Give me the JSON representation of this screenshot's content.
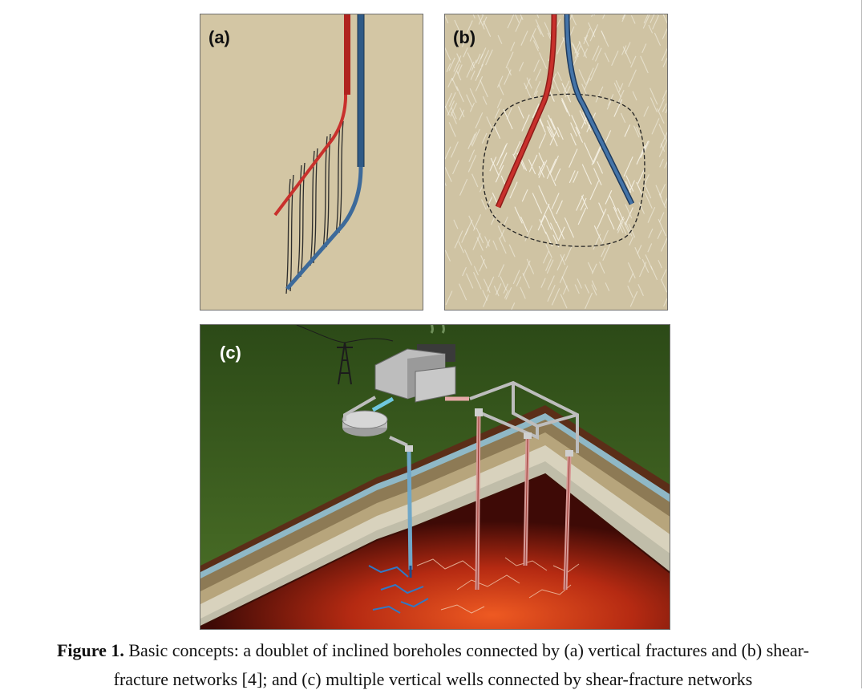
{
  "panels": {
    "a": {
      "label": "(a)"
    },
    "b": {
      "label": "(b)"
    },
    "c": {
      "label": "(c)"
    }
  },
  "caption": {
    "heading": "Figure 1.",
    "line1_text": " Basic concepts: a doublet of inclined boreholes connected by (a) vertical fractures and (b) shear-",
    "line2_text": "fracture networks [4]; and (c) multiple vertical wells connected by shear-fracture networks"
  },
  "colors": {
    "page_background": "#ffffff",
    "injection_well": "#c8302c",
    "production_well": "#3d6a9a",
    "panel_a_background": "#d3c6a4",
    "panel_b_background": "#cfc3a3",
    "ground_surface": "#3a5a1e",
    "hot_rock": "#b52a12"
  }
}
